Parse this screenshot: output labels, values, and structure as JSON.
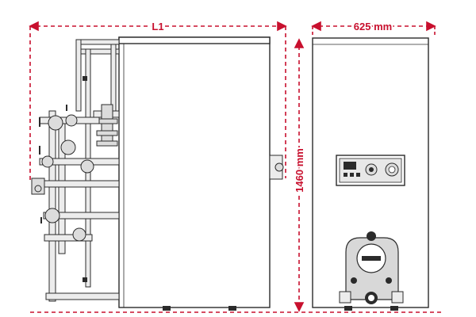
{
  "dimensions": {
    "length_label": "L1",
    "width_label": "625 mm",
    "height_label": "1460 mm"
  },
  "colors": {
    "dimension": "#c8102e",
    "outline": "#2b2b2b",
    "background": "#ffffff"
  }
}
